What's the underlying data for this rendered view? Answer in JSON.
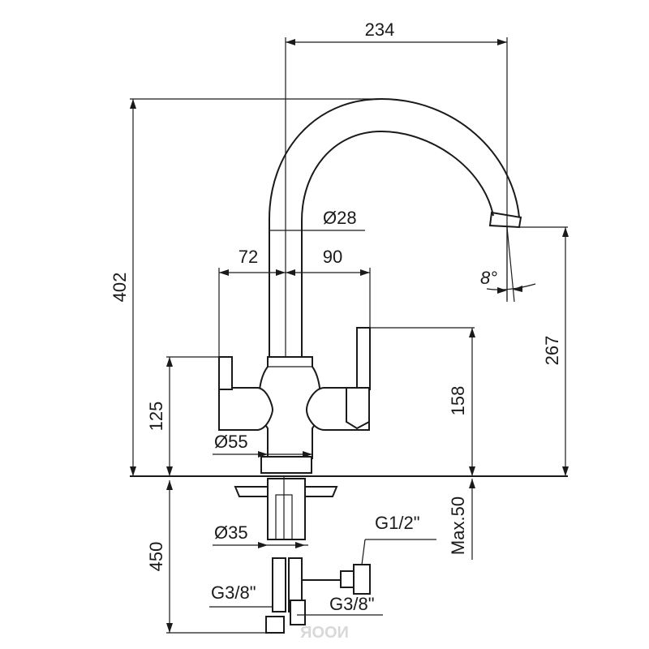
{
  "dimensions": {
    "width_234": "234",
    "height_402": "402",
    "diameter_28": "Ø28",
    "offset_72": "72",
    "offset_90": "90",
    "angle_8": "8°",
    "height_267": "267",
    "height_158": "158",
    "height_125": "125",
    "diameter_55": "Ø55",
    "length_450": "450",
    "diameter_35": "Ø35",
    "thread_g12": "G1/2\"",
    "max_50": "Max.50",
    "thread_g38_left": "G3/8\"",
    "thread_g38_right": "G3/8\""
  },
  "watermark": "ЯООИ"
}
